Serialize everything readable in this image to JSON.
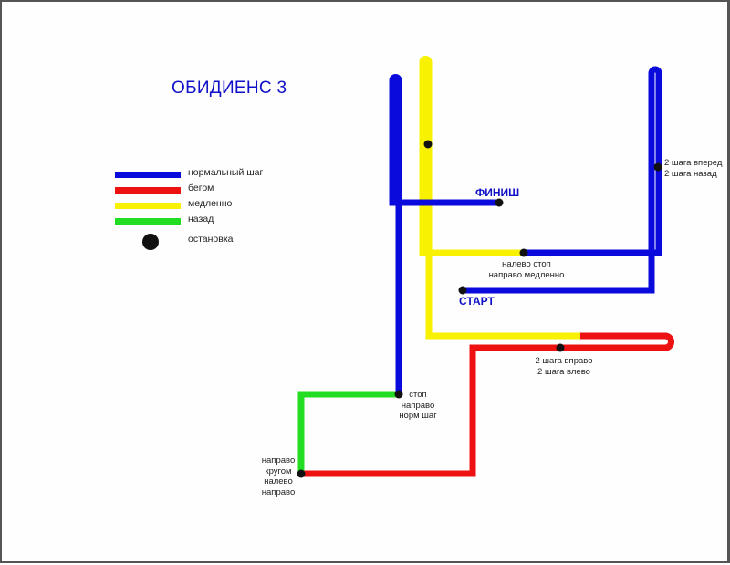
{
  "title": "ОБИДИЕНС 3",
  "colors": {
    "normal": "#0a0adc",
    "run": "#ee1111",
    "slow": "#f8f200",
    "back": "#22dd22",
    "stop": "#111111",
    "title": "#1010c8"
  },
  "legend": [
    {
      "key": "normal",
      "label": "нормальный шаг"
    },
    {
      "key": "run",
      "label": "бегом"
    },
    {
      "key": "slow",
      "label": "медленно"
    },
    {
      "key": "back",
      "label": "назад"
    },
    {
      "key": "stop",
      "label": "остановка"
    }
  ],
  "places": {
    "start": "СТАРТ",
    "finish": "ФИНИШ"
  },
  "notes": {
    "forward_back": [
      "2 шага вперед",
      "2 шага назад"
    ],
    "left_stop": [
      "налево стоп",
      "направо медленно"
    ],
    "right_left": [
      "2 шага вправо",
      "2 шага влево"
    ],
    "stop_right": [
      "стоп",
      "направо",
      "норм шаг"
    ],
    "about_turn": [
      "направо",
      "кругом",
      "налево",
      "направо"
    ]
  },
  "route_sequence": [
    "normal",
    "slow",
    "run",
    "back",
    "normal"
  ]
}
